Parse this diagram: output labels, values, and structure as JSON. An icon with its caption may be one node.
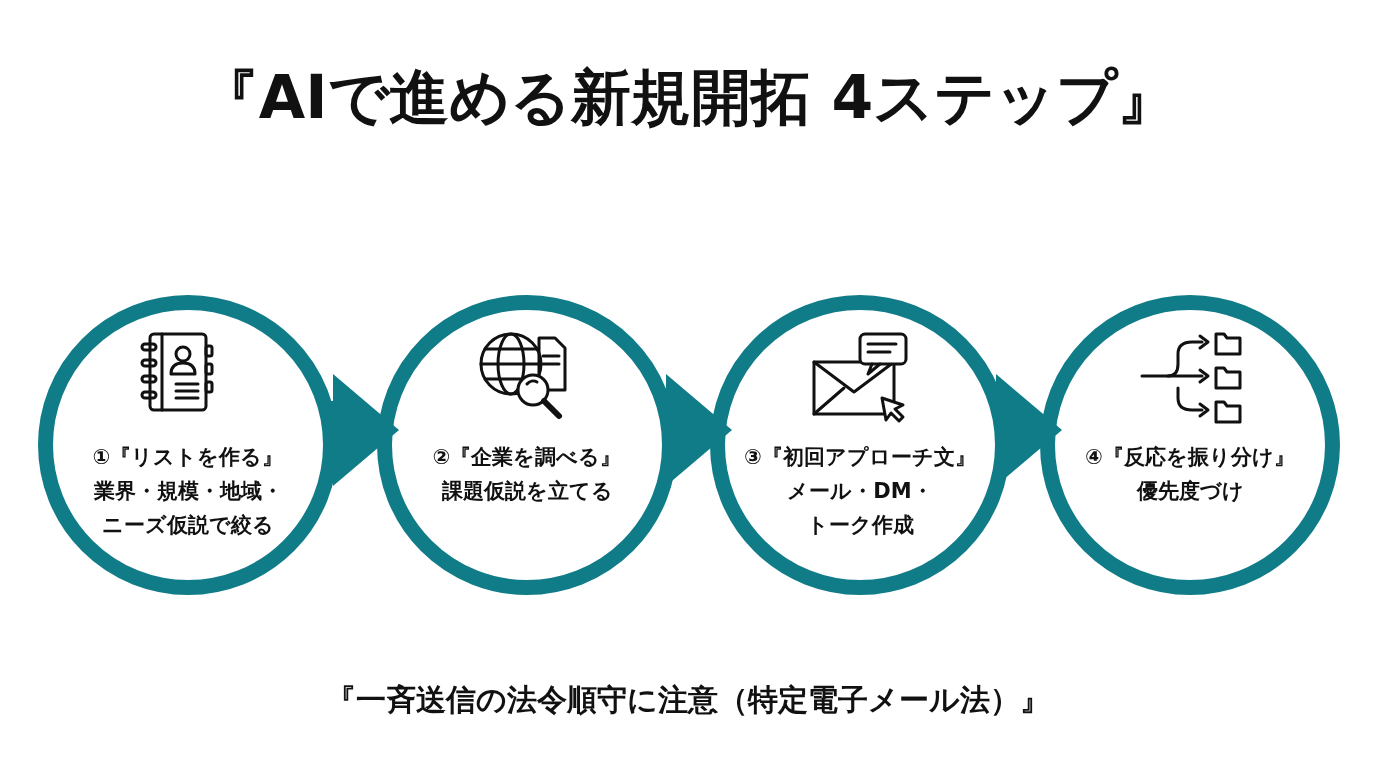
{
  "diagram": {
    "title": "『AIで進める新規開拓 4ステップ』",
    "caption": "『一斉送信の法令順守に注意（特定電子メール法）』",
    "nodes": [
      {
        "text": [
          "①『リストを作る』",
          "業界・規模・地域・ニーズ仮説で絞る"
        ]
      },
      {
        "text": [
          "②『企業を調べる』",
          "課題仮説を立てる"
        ]
      },
      {
        "text": [
          "③『初回アプローチ文』",
          "メール・DM・トーク作成"
        ]
      },
      {
        "text": [
          "④『反応を振り分け』",
          "優先度づけ"
        ]
      }
    ],
    "edges": [
      {
        "from": 0,
        "to": 1,
        "arrow": "to"
      },
      {
        "from": 1,
        "to": 2,
        "arrow": "to"
      },
      {
        "from": 2,
        "to": 3,
        "arrow": "to"
      }
    ]
  }
}
